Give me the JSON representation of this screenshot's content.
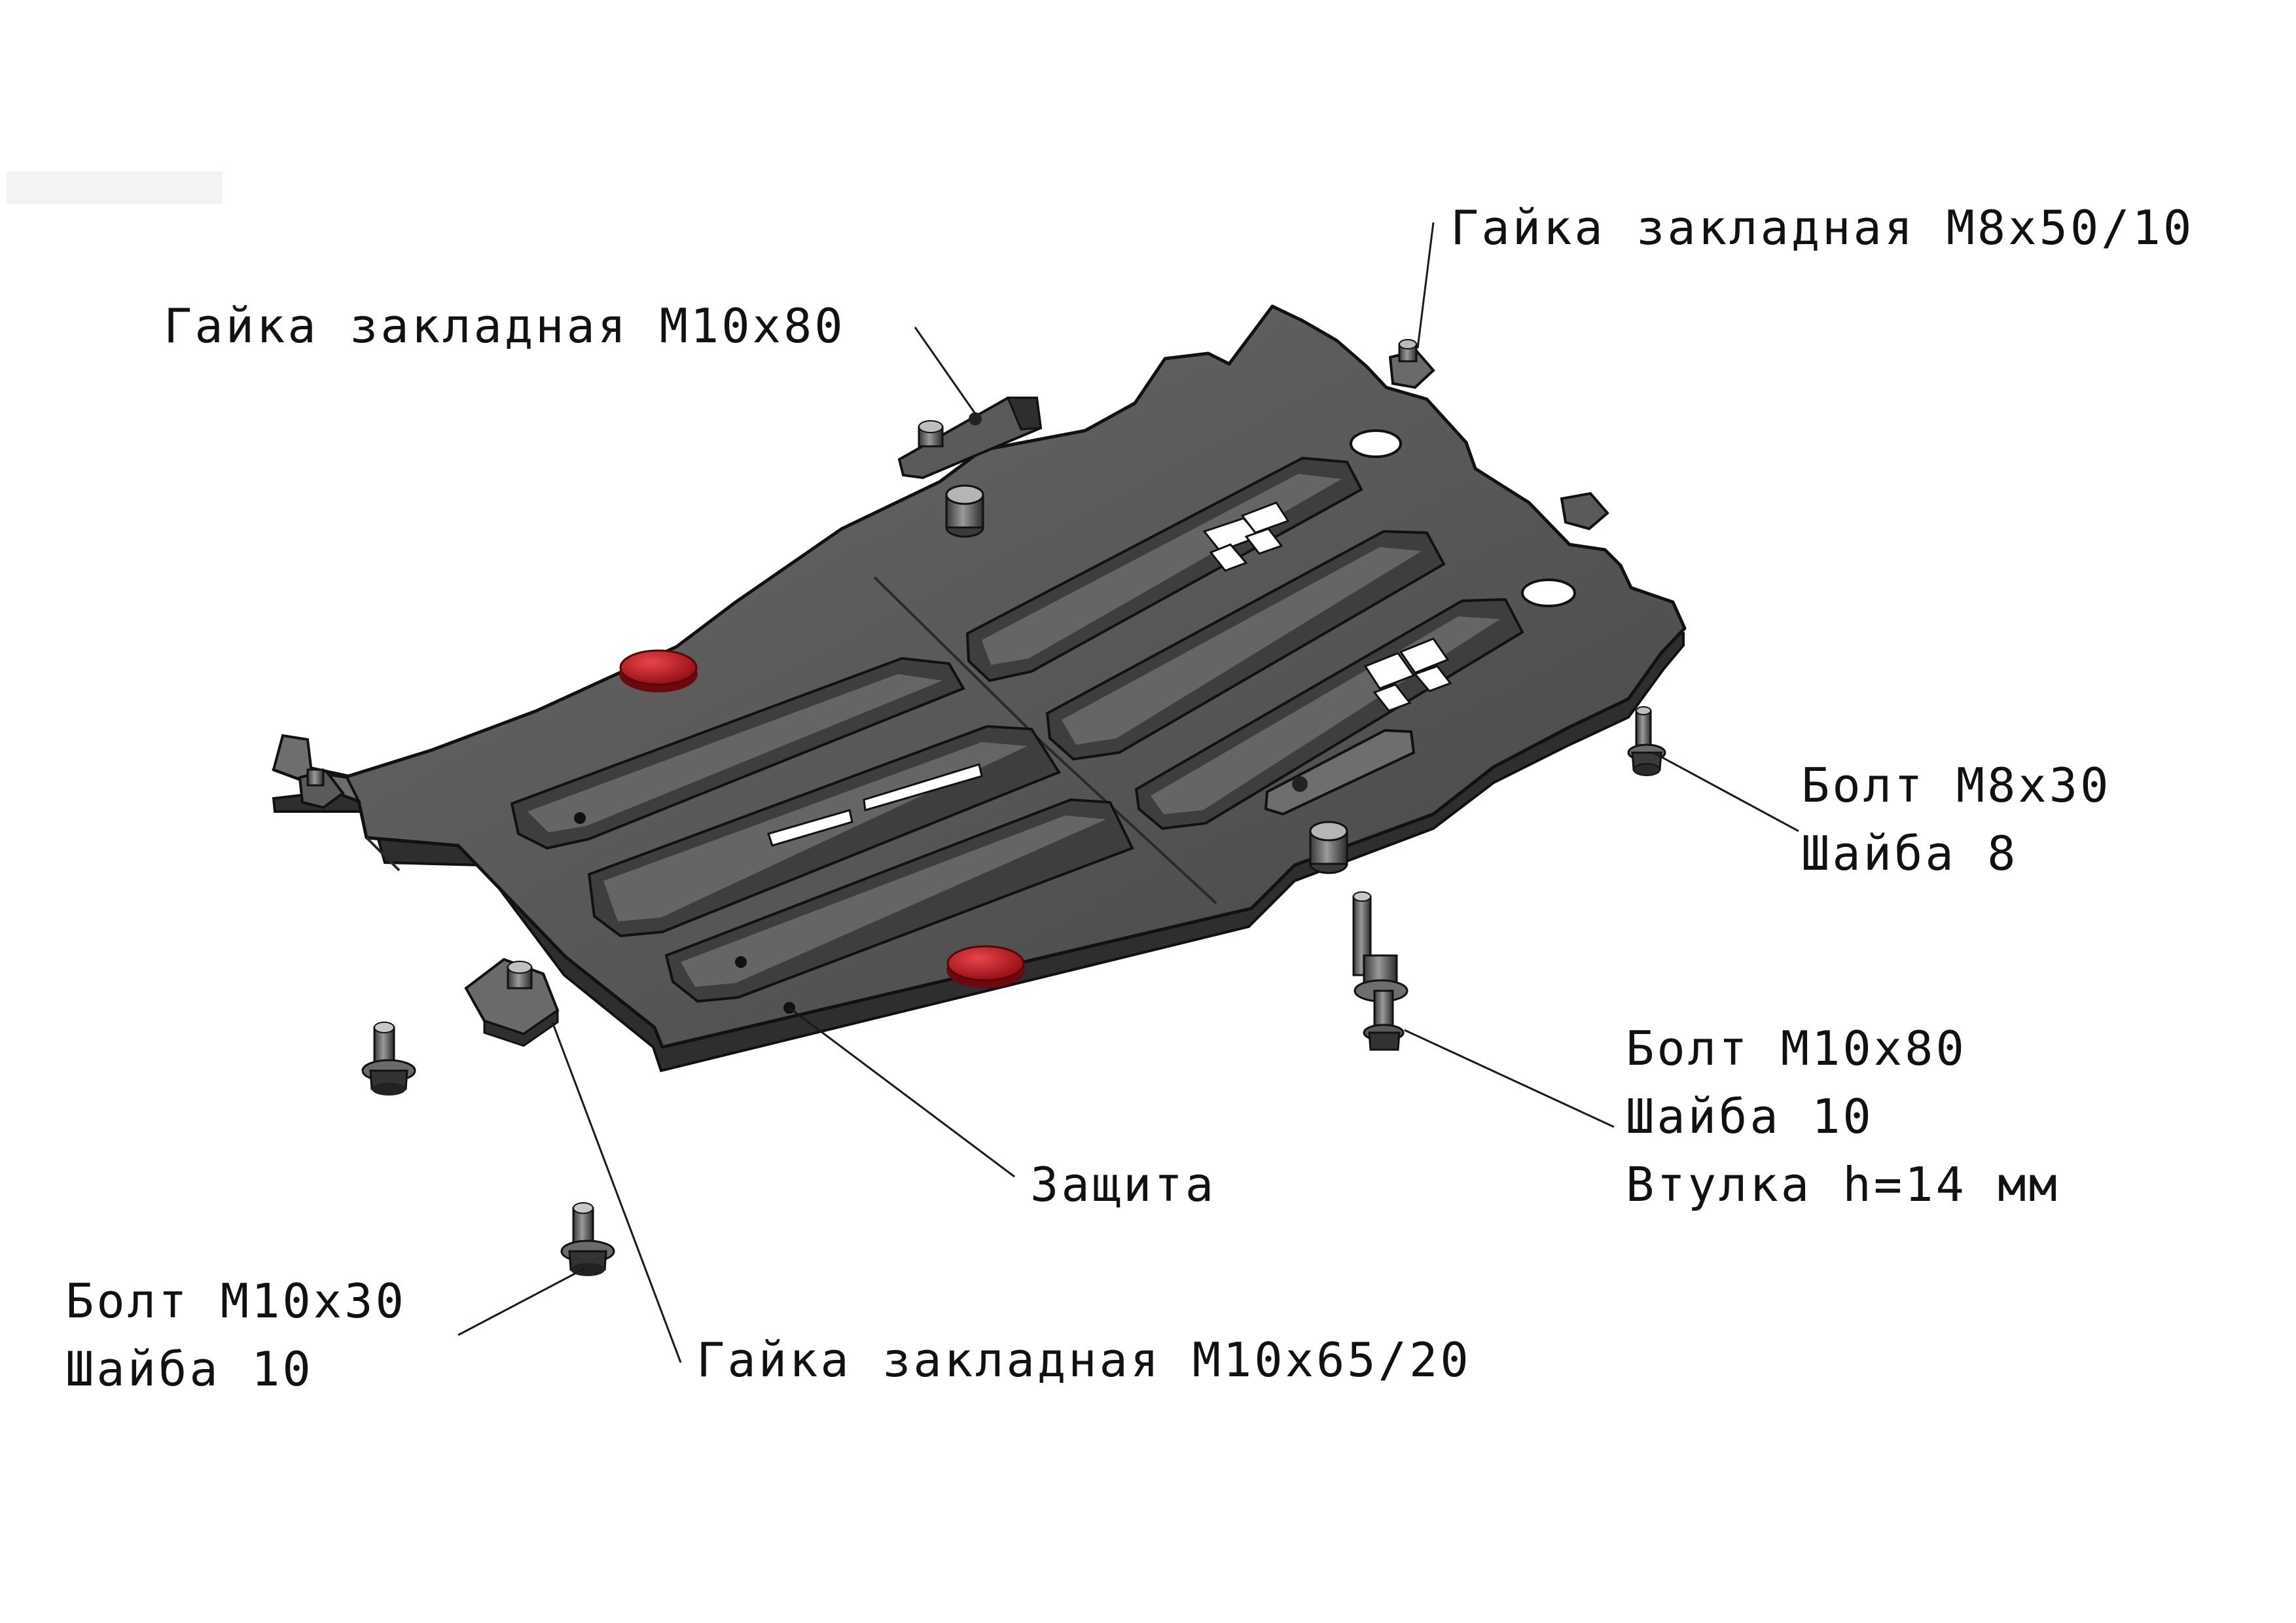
{
  "labels": {
    "nut_m8x50_10": "Гайка закладная М8х50/10",
    "nut_m10x80": "Гайка закладная М10х80",
    "bolt_m8x30": [
      "Болт М8х30",
      "Шайба 8"
    ],
    "bolt_m10x80": [
      "Болт М10х80",
      "Шайба 10",
      "Втулка h=14 мм"
    ],
    "guard": "Защита",
    "bolt_m10x30": [
      "Болт М10х30",
      "Шайба 10"
    ],
    "nut_m10x65_20": "Гайка закладная М10х65/20"
  },
  "colors": {
    "plate": "#5b5b5b",
    "plate_light": "#727272",
    "plate_dark": "#3c3c3c",
    "outline": "#111111",
    "plug": "#c0151c",
    "background": "#ffffff"
  }
}
